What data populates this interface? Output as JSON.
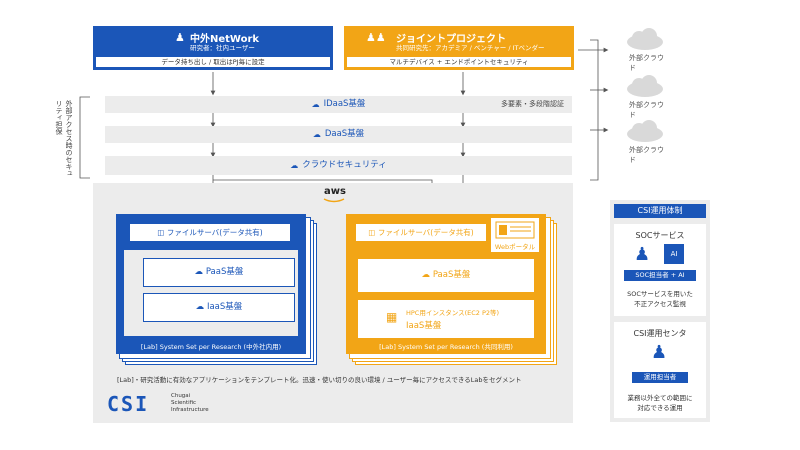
{
  "top": {
    "chugai_title": "中外NetWork",
    "chugai_sub": "研究者：社内ユーザー",
    "chugai_note": "データ持ち出し / 取出はPJ毎に設定",
    "joint_title": "ジョイントプロジェクト",
    "joint_sub": "共同研究先：アカデミア / ベンチャー / ITベンダー",
    "joint_note": "マルチデバイス + エンドポイントセキュリティ"
  },
  "side_label": "外部アクセス時のセキュリティ担保",
  "layers": {
    "idaas": "IDaaS基盤",
    "idaas_note": "多要素・多段階認証",
    "daas": "DaaS基盤",
    "cloud_sec": "クラウドセキュリティ"
  },
  "aws": {
    "logo": "aws",
    "left": {
      "file_server": "ファイルサーバ(データ共有)",
      "paas": "PaaS基盤",
      "iaas": "IaaS基盤",
      "footer": "[Lab] System Set per Research (中外社内用)"
    },
    "right": {
      "file_server": "ファイルサーバ(データ共有)",
      "portal": "Webポータル",
      "paas": "PaaS基盤",
      "hpc": "HPC用インスタンス(EC2 P2等)",
      "iaas": "IaaS基盤",
      "footer": "[Lab] System Set per Research (共同利用)"
    },
    "caption": "[Lab]・研究活動に有効なアプリケーションをテンプレート化。迅速・使い切りの良い環境 / ユーザー毎にアクセスできるLabをセグメント"
  },
  "logo": {
    "letters": "CSI",
    "line1": "Chugai",
    "line2": "Scientific",
    "line3": "Infrastructure"
  },
  "external_clouds": [
    "外部クラウド",
    "外部クラウド",
    "外部クラウド"
  ],
  "csi_ops": {
    "title": "CSI運用体制",
    "soc_title": "SOCサービス",
    "soc_badge": "SOC担当者 + AI",
    "soc_desc_1": "SOCサービスを用いた",
    "soc_desc_2": "不正アクセス監視",
    "center_title": "CSI運用センタ",
    "center_badge": "運用担当者",
    "center_desc_1": "業務以外全ての範囲に",
    "center_desc_2": "対応できる運用"
  },
  "colors": {
    "blue": "#1b56b8",
    "orange": "#f2a516",
    "panel": "#ececec"
  }
}
